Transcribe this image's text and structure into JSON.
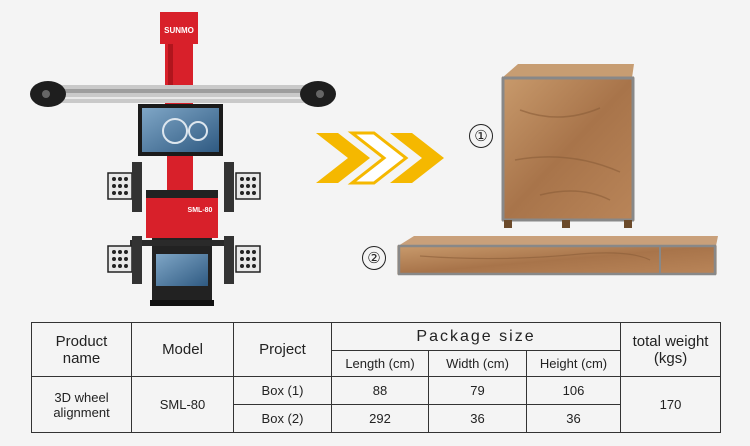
{
  "machine": {
    "brand_logo": "SUNMO",
    "model_plate": "SML-80"
  },
  "markers": {
    "one": "①",
    "two": "②"
  },
  "table": {
    "headers": {
      "product": "Product\nname",
      "model": "Model",
      "project": "Project",
      "package_size": "Package size",
      "total_weight": "total weight\n(kgs)",
      "length": "Length (cm)",
      "width": "Width (cm)",
      "height": "Height (cm)"
    },
    "product_name": "3D wheel\nalignment",
    "model": "SML-80",
    "rows": [
      {
        "project": "Box (1)",
        "length": "88",
        "width": "79",
        "height": "106"
      },
      {
        "project": "Box (2)",
        "length": "292",
        "width": "36",
        "height": "36"
      }
    ],
    "total_weight": "170"
  },
  "colors": {
    "machine_red": "#d8202a",
    "arrow_yellow": "#f5b800",
    "wood": "#b6845a"
  }
}
